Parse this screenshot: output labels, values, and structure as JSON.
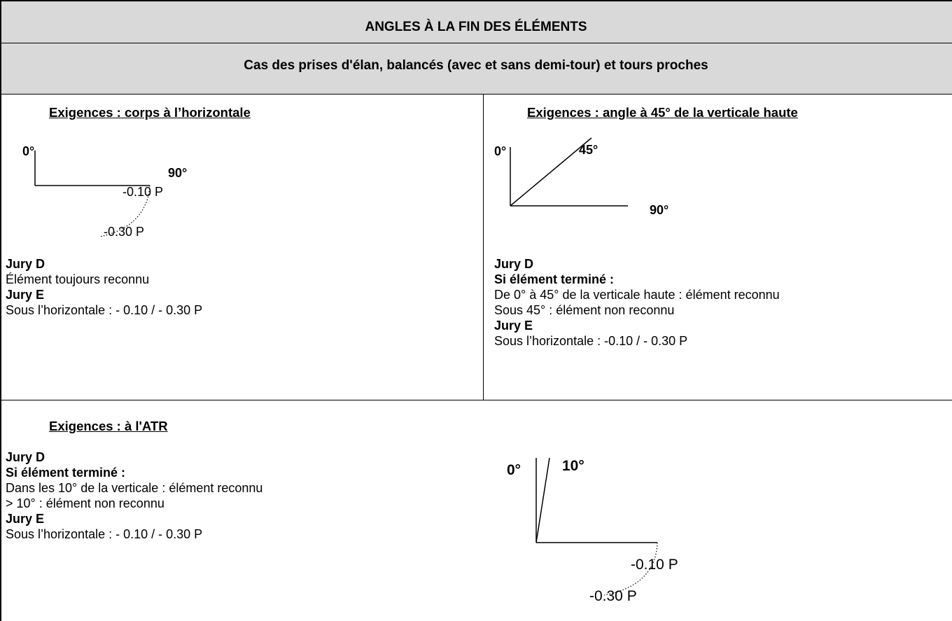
{
  "header": {
    "title": "ANGLES À LA FIN DES ÉLÉMENTS",
    "subtitle": "Cas des prises d'élan, balancés (avec et sans demi-tour) et tours proches"
  },
  "cell_horizontal": {
    "heading": "Exigences : corps à l’horizontale",
    "diagram": {
      "label_0": "0°",
      "label_90": "90°",
      "label_deduction_small": "-0.10 P",
      "label_deduction_large": "-0.30 P"
    },
    "lines": [
      "Jury D",
      "Élément toujours reconnu",
      "Jury E",
      "Sous l’horizontale : - 0.10 / - 0.30 P"
    ]
  },
  "cell_45": {
    "heading": "Exigences : angle à 45° de la verticale haute",
    "diagram": {
      "label_0": "0°",
      "label_45": "45°",
      "label_90": "90°"
    },
    "lines": [
      "Jury D",
      "Si élément terminé :",
      "De 0° à 45° de la verticale haute : élément reconnu",
      "Sous 45° : élément non reconnu",
      "Jury E",
      "Sous l’horizontale : -0.10 / - 0.30 P"
    ]
  },
  "cell_atr": {
    "heading": "Exigences : à l'ATR",
    "diagram": {
      "label_0": "0°",
      "label_10": "10°",
      "label_deduction_small": "-0.10 P",
      "label_deduction_large": "-0.30 P"
    },
    "lines": [
      "Jury D",
      "Si élément terminé :",
      "Dans les 10° de la verticale : élément reconnu",
      "> 10° : élément non reconnu",
      "Jury E",
      "Sous l’horizontale : - 0.10 / - 0.30 P"
    ]
  }
}
